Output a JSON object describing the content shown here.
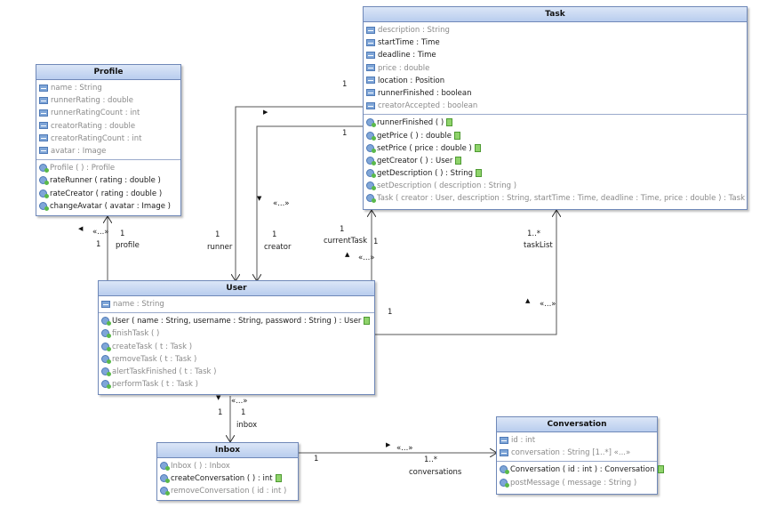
{
  "classes": {
    "task": {
      "title": "Task",
      "attributes": [
        {
          "text": "description : String",
          "grey": true
        },
        {
          "text": "startTime : Time",
          "grey": false
        },
        {
          "text": "deadline : Time",
          "grey": false
        },
        {
          "text": "price : double",
          "grey": true
        },
        {
          "text": "location : Position",
          "grey": false
        },
        {
          "text": "runnerFinished : boolean",
          "grey": false
        },
        {
          "text": "creatorAccepted : boolean",
          "grey": true
        }
      ],
      "operations": [
        {
          "text": "runnerFinished ( )",
          "grey": false,
          "doc": true
        },
        {
          "text": "getPrice ( ) :  double",
          "grey": false,
          "doc": true
        },
        {
          "text": "setPrice ( price : double )",
          "grey": false,
          "doc": true
        },
        {
          "text": "getCreator ( ) :  User",
          "grey": false,
          "doc": true
        },
        {
          "text": "getDescription ( ) :  String",
          "grey": false,
          "doc": true
        },
        {
          "text": "setDescription ( description : String )",
          "grey": true,
          "doc": false
        },
        {
          "text": "Task ( creator : User, description : String, startTime : Time, deadline : Time, price : double ) :  Task",
          "grey": true,
          "doc": false
        }
      ]
    },
    "profile": {
      "title": "Profile",
      "attributes": [
        {
          "text": "name : String",
          "grey": true
        },
        {
          "text": "runnerRating : double",
          "grey": true
        },
        {
          "text": "runnerRatingCount : int",
          "grey": true
        },
        {
          "text": "creatorRating : double",
          "grey": true
        },
        {
          "text": "creatorRatingCount : int",
          "grey": true
        },
        {
          "text": "avatar : Image",
          "grey": true
        }
      ],
      "operations": [
        {
          "text": "Profile ( ) :  Profile",
          "grey": true,
          "doc": false
        },
        {
          "text": "rateRunner ( rating : double )",
          "grey": false,
          "doc": false
        },
        {
          "text": "rateCreator ( rating : double )",
          "grey": false,
          "doc": false
        },
        {
          "text": "changeAvatar ( avatar : Image )",
          "grey": false,
          "doc": false
        }
      ]
    },
    "user": {
      "title": "User",
      "attributes": [
        {
          "text": "name : String",
          "grey": true
        }
      ],
      "operations": [
        {
          "text": "User ( name : String, username : String, password : String ) :  User",
          "grey": false,
          "doc": true
        },
        {
          "text": "finishTask ( )",
          "grey": true,
          "doc": false
        },
        {
          "text": "createTask ( t : Task )",
          "grey": true,
          "doc": false
        },
        {
          "text": "removeTask ( t : Task )",
          "grey": true,
          "doc": false
        },
        {
          "text": "alertTaskFinished ( t : Task )",
          "grey": true,
          "doc": false
        },
        {
          "text": "performTask ( t : Task )",
          "grey": true,
          "doc": false
        }
      ]
    },
    "inbox": {
      "title": "Inbox",
      "attributes": [],
      "operations": [
        {
          "text": "Inbox ( ) :  Inbox",
          "grey": true,
          "doc": false
        },
        {
          "text": "createConversation ( ) :  int",
          "grey": false,
          "doc": true
        },
        {
          "text": "removeConversation ( id : int )",
          "grey": true,
          "doc": false
        }
      ]
    },
    "conversation": {
      "title": "Conversation",
      "attributes": [
        {
          "text": "id : int",
          "grey": true
        },
        {
          "text": "conversation : String [1..*] «...»",
          "grey": true
        }
      ],
      "operations": [
        {
          "text": "Conversation ( id : int ) :  Conversation",
          "grey": false,
          "doc": true
        },
        {
          "text": "postMessage ( message : String )",
          "grey": true,
          "doc": false
        }
      ]
    }
  },
  "labels": {
    "task_runner_mult": "1",
    "task_creator_mult": "1",
    "creator_stereo": "«...»",
    "runner_mult": "1",
    "runner_role": "runner",
    "creator_mult": "1",
    "creator_role": "creator",
    "current_task_mult": "1",
    "current_task_role": "currentTask",
    "user_task_mult": "1",
    "current_task_stereo": "«...»",
    "task_list_mult": "1..*",
    "task_list_role": "taskList",
    "task_list_user_mult": "1",
    "task_list_stereo": "«...»",
    "profile_stereo": "«...»",
    "profile_user_mult": "1",
    "profile_mult": "1",
    "profile_role": "profile",
    "inbox_user_mult": "1",
    "inbox_mult": "1",
    "inbox_role": "inbox",
    "inbox_stereo": "«...»",
    "conv_inbox_mult": "1",
    "conv_stereo": "«...»",
    "conv_mult": "1..*",
    "conv_role": "conversations"
  }
}
